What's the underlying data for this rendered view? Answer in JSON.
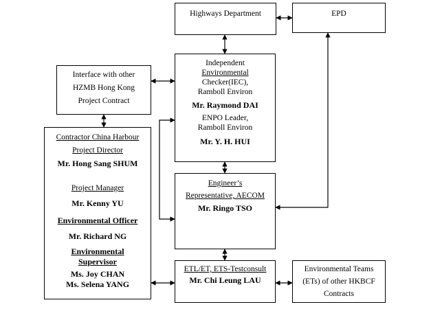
{
  "boxes": {
    "highways": {
      "label": "Highways Department"
    },
    "epd": {
      "label": "EPD"
    },
    "interface": {
      "line1": "Interface with other",
      "line2": "HZMB Hong Kong",
      "line3": "Project Contract"
    },
    "iec": {
      "line1": "Independent",
      "line2": "Environmental",
      "line3": "Checker(IEC),",
      "line4": "Ramboll Environ",
      "name1": "Mr. Raymond DAI",
      "line5": "ENPO Leader,",
      "line6": "Ramboll Environ",
      "name2": "Mr. Y. H. HUI"
    },
    "contractor": {
      "line1": "Contractor China Harbour",
      "role1": "Project Director",
      "name1": "Mr. Hong Sang SHUM",
      "role2": "Project Manager",
      "name2": "Mr. Kenny YU",
      "role3": "Environmental Officer",
      "name3": "Mr. Richard NG",
      "role4a": "Environmental",
      "role4b": "Supervisor",
      "name4": "Ms. Joy CHAN",
      "name5": "Ms. Selena YANG"
    },
    "engineer": {
      "line1": "Engineer’s",
      "line2": "Representative, AECOM",
      "name": "Mr. Ringo TSO"
    },
    "etl": {
      "line1": "ETL/ET, ETS-Testconsult",
      "name": "Mr. Chi Leung LAU"
    },
    "et_other": {
      "line1": "Environmental Teams",
      "line2": "(ETs) of other HKBCF",
      "line3": "Contracts"
    }
  }
}
